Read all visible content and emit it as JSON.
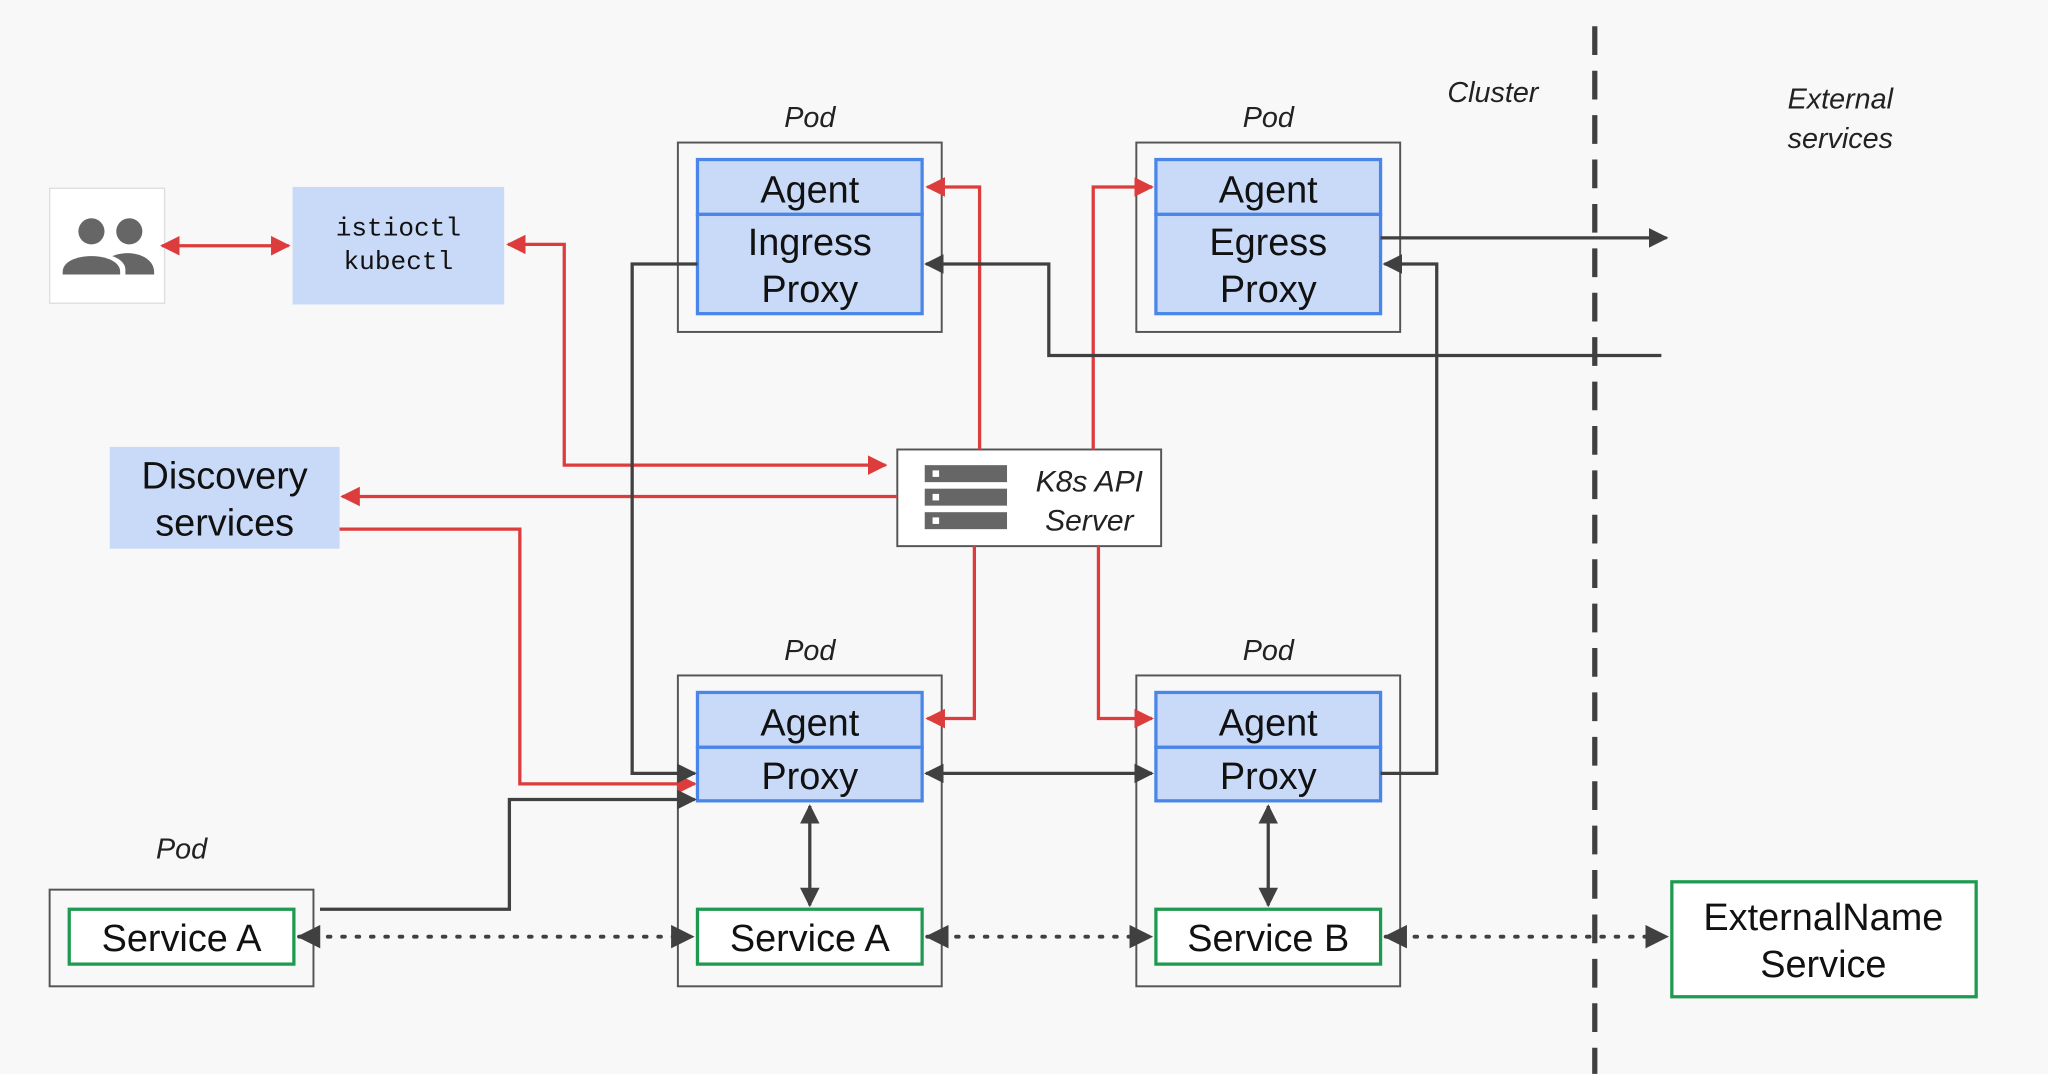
{
  "labels": {
    "pod": "Pod",
    "cluster": "Cluster",
    "external_line1": "External",
    "external_line2": "services",
    "cli_line1": "istioctl",
    "cli_line2": "kubectl",
    "discovery_line1": "Discovery",
    "discovery_line2": "services",
    "k8s_line1": "K8s API",
    "k8s_line2": "Server",
    "agent": "Agent",
    "ingress": "Ingress",
    "egress": "Egress",
    "proxy": "Proxy",
    "service_a": "Service A",
    "service_b": "Service B",
    "external_name_line1": "ExternalName",
    "external_name_line2": "Service"
  },
  "colors": {
    "background": "#f8f8f8",
    "agent_fill": "#c9daf8",
    "agent_stroke": "#4a86e8",
    "light_fill": "#c9daf8",
    "service_stroke": "#1e9a50",
    "control_arrow": "#dc3c3c",
    "data_arrow": "#404040",
    "pod_border": "#555555"
  },
  "icons": {
    "users": "users-icon",
    "server": "server-rack-icon"
  }
}
